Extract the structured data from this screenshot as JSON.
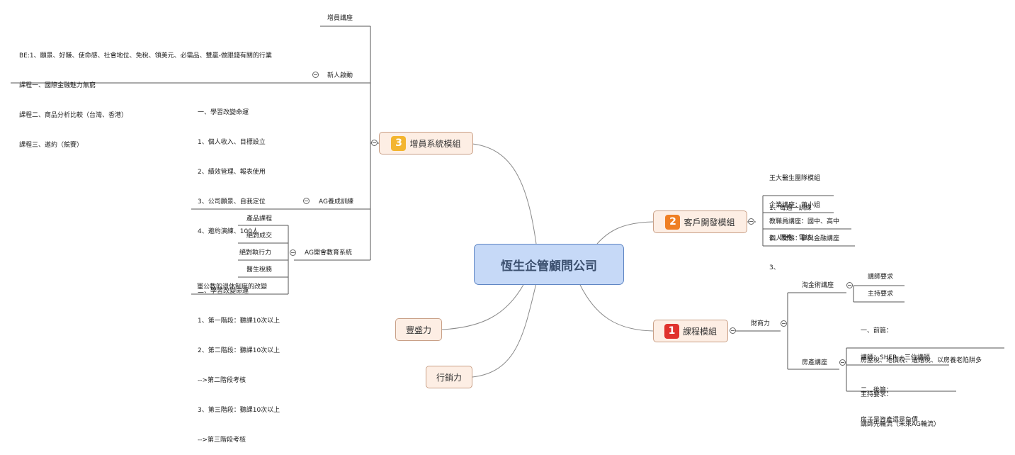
{
  "center": "恆生企管顧問公司",
  "main": {
    "m1": {
      "num": "1",
      "label": "課程模組"
    },
    "m2": {
      "num": "2",
      "label": "客戶開發模組"
    },
    "m3": {
      "num": "3",
      "label": "增員系統模組"
    },
    "m4": {
      "label": "豐盛力"
    },
    "m5": {
      "label": "行銷力"
    }
  },
  "m3": {
    "zengyuan": "增員講座",
    "xinren": "新人啟動",
    "xinren_notes": [
      "BE:1、願景、好賺、使命感、社會地位、免稅、領美元、必需品、雙贏-做跟錢有關的行業",
      "課程一、國際金融魅力無窮",
      "課程二、商品分析比較（台灣、香港）",
      "課程三、邀約（競賽）"
    ],
    "ag_train": "AG養成訓練",
    "ag_train_notes": [
      "一、學習改變命運",
      "1、個人收入、目標設立",
      "2、績效管理、報表使用",
      "3、公司願景、自我定位",
      "4、邀約演練、100人",
      "",
      "二、學習改變命運",
      "1、第一階段：聽課10次以上",
      "2、第二階段：聽課10次以上",
      "-->第二階段考核",
      "3、第三階段：聽課10次以上",
      "-->第三階段考核"
    ],
    "ag_edu": "AG開會教育系統",
    "ag_edu_items": [
      "產品課程",
      "絕對成交",
      "絕對執行力",
      "醫生稅務",
      "軍公教的退休制度的改變"
    ]
  },
  "m2": {
    "notes": [
      "王大醫生團隊模組",
      "1、每週一訓練",
      "2、問卷、電訪",
      "3、"
    ],
    "items": [
      "企業講座：蕭小姐",
      "教職員講座：國中、高中",
      "個人開發：參與金融講座"
    ]
  },
  "m1": {
    "caishang": "財商力",
    "taojin": "淘金術講座",
    "taojin_items": [
      "講師要求",
      "主持要求"
    ],
    "fangchan": "房產講座",
    "fangchan_notes": [
      "一、前篇：",
      "房屋稅、地價稅、遺贈稅、以房養老陷阱多",
      "二、後篇：",
      "房子是資產還是負債"
    ],
    "jiangshi": "講師：SHER +三位講師",
    "zhuchi_notes": [
      "主持要求：",
      "講師先輪流（未來AG輪流）"
    ]
  },
  "colors": {
    "center_fill": "#c6d9f7",
    "main_fill": "#fdeee4",
    "badge1": "#e0322d",
    "badge2": "#ef7f24",
    "badge3": "#f3b530"
  }
}
